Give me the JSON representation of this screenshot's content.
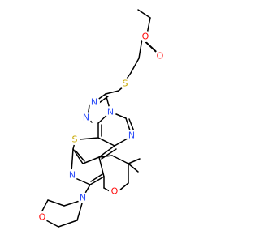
{
  "molecule": {
    "atom_colors": {
      "O": "#ff0d0d",
      "N": "#3050f8",
      "S": "#c8a800"
    },
    "atoms": [
      {
        "id": "ester_o_carbonyl",
        "symbol": "O"
      },
      {
        "id": "ester_o_ether",
        "symbol": "O"
      },
      {
        "id": "thioether_s",
        "symbol": "S"
      },
      {
        "id": "triazole_n1",
        "symbol": "N"
      },
      {
        "id": "triazole_n2",
        "symbol": "N"
      },
      {
        "id": "triazole_n3",
        "symbol": "N"
      },
      {
        "id": "pyrimidine_n",
        "symbol": "N"
      },
      {
        "id": "thiophene_s",
        "symbol": "S"
      },
      {
        "id": "pyridine_n",
        "symbol": "N"
      },
      {
        "id": "pyran_o",
        "symbol": "O"
      },
      {
        "id": "morpholine_n",
        "symbol": "N"
      },
      {
        "id": "morpholine_o",
        "symbol": "O"
      }
    ]
  }
}
